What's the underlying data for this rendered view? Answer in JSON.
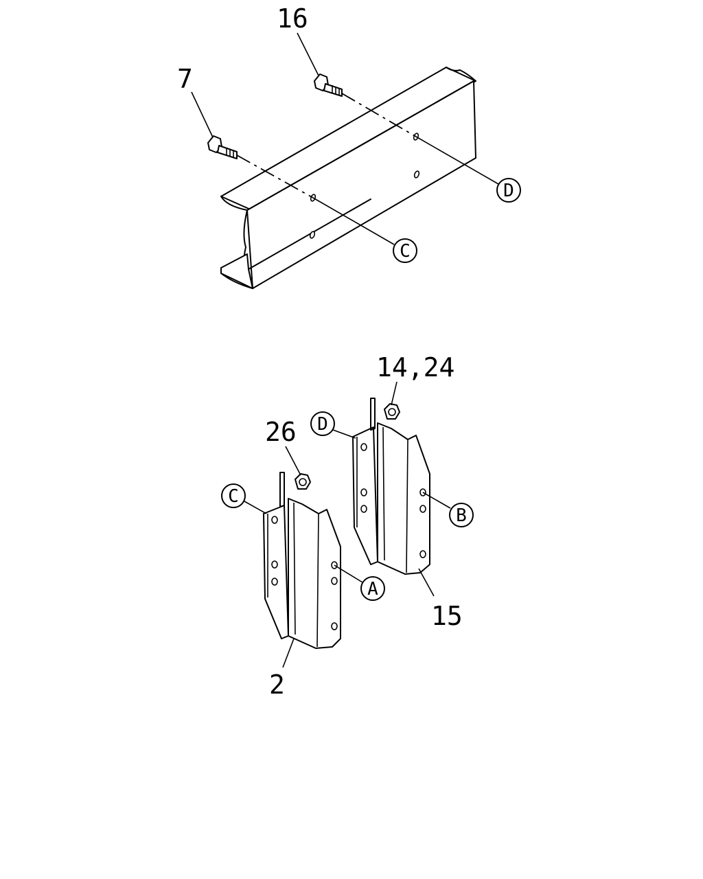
{
  "part_labels": {
    "p16": "16",
    "p7": "7",
    "p2": "2",
    "p26": "26",
    "p14_24": "14,24",
    "p15": "15"
  },
  "ref_letters": {
    "c_upper": "C",
    "d_upper": "D",
    "c_lower": "C",
    "d_lower": "D",
    "a": "A",
    "b": "B"
  }
}
